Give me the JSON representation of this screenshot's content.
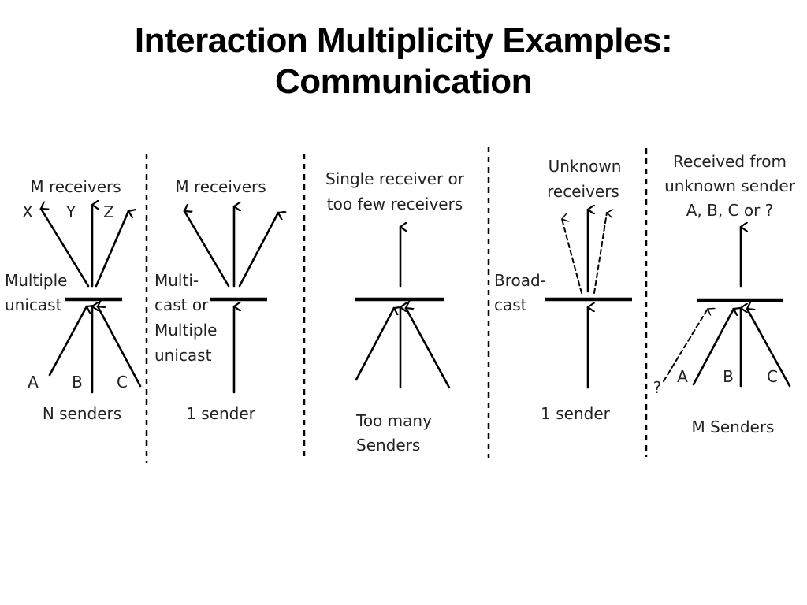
{
  "slide": {
    "title_line1": "Interaction Multiplicity Examples:",
    "title_line2": "Communication"
  },
  "panels": [
    {
      "id": "multiple-unicast",
      "top_label": "M receivers",
      "receiver_letters": [
        "X",
        "Y",
        "Z"
      ],
      "side_label_lines": [
        "Multiple",
        "unicast"
      ],
      "sender_letters": [
        "A",
        "B",
        "C"
      ],
      "bottom_label": "N senders"
    },
    {
      "id": "multicast",
      "top_label": "M receivers",
      "side_label_lines": [
        "Multi-",
        "cast or",
        "Multiple",
        "unicast"
      ],
      "bottom_label": "1 sender"
    },
    {
      "id": "too-many-senders",
      "top_label_lines": [
        "Single receiver or",
        "too few receivers"
      ],
      "bottom_label_lines": [
        "Too many",
        "Senders"
      ]
    },
    {
      "id": "broadcast",
      "top_label_lines": [
        "Unknown",
        "receivers"
      ],
      "side_label_lines": [
        "Broad-",
        "cast"
      ],
      "bottom_label": "1 sender"
    },
    {
      "id": "unknown-sender",
      "top_label_lines": [
        "Received  from",
        "unknown sender",
        "A, B, C or ?"
      ],
      "sender_letters": [
        "A",
        "B",
        "C"
      ],
      "unknown_sender_mark": "?",
      "bottom_label": "M Senders"
    }
  ],
  "colors": {
    "background": "#ffffff",
    "ink": "#000000",
    "label_text": "#222222"
  }
}
